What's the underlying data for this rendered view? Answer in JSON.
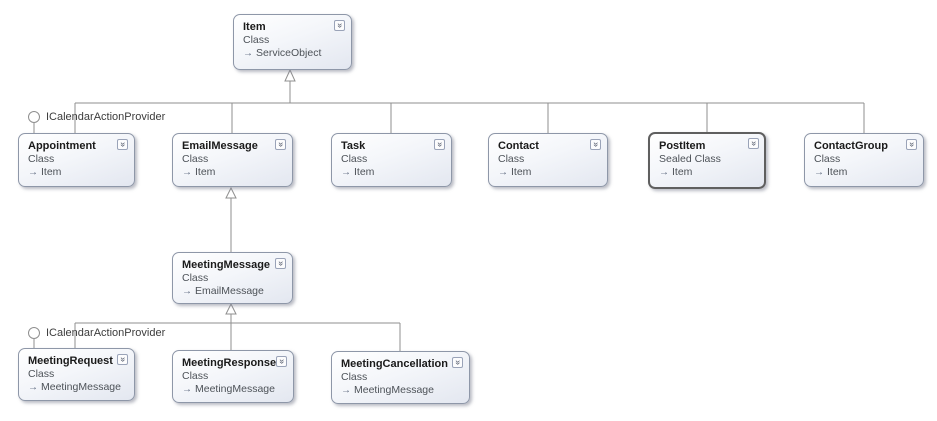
{
  "diagram": {
    "kind": "class-diagram",
    "background": "#ffffff",
    "colors": {
      "node_border": "#8E97A8",
      "sealed_node_border": "#5F5F5F",
      "node_gradient_start": "#ffffff",
      "node_gradient_end": "#e3e7f0",
      "connector": "#8f8f8f",
      "title_text": "#1a1a1a",
      "secondary_text": "#4d5258"
    }
  },
  "icons": {
    "collapse_chevron": "«",
    "inherits_arrow": "→",
    "lollipop": "interface-lollipop"
  },
  "nodes": [
    {
      "name": "Item",
      "kind": "Class",
      "base": "ServiceObject"
    },
    {
      "name": "Appointment",
      "kind": "Class",
      "base": "Item"
    },
    {
      "name": "EmailMessage",
      "kind": "Class",
      "base": "Item"
    },
    {
      "name": "Task",
      "kind": "Class",
      "base": "Item"
    },
    {
      "name": "Contact",
      "kind": "Class",
      "base": "Item"
    },
    {
      "name": "PostItem",
      "kind": "Sealed Class",
      "base": "Item"
    },
    {
      "name": "ContactGroup",
      "kind": "Class",
      "base": "Item"
    },
    {
      "name": "MeetingMessage",
      "kind": "Class",
      "base": "EmailMessage"
    },
    {
      "name": "MeetingRequest",
      "kind": "Class",
      "base": "MeetingMessage"
    },
    {
      "name": "MeetingResponse",
      "kind": "Class",
      "base": "MeetingMessage"
    },
    {
      "name": "MeetingCancellation",
      "kind": "Class",
      "base": "MeetingMessage"
    }
  ],
  "lollipops": [
    {
      "label": "ICalendarActionProvider"
    },
    {
      "label": "ICalendarActionProvider"
    }
  ]
}
